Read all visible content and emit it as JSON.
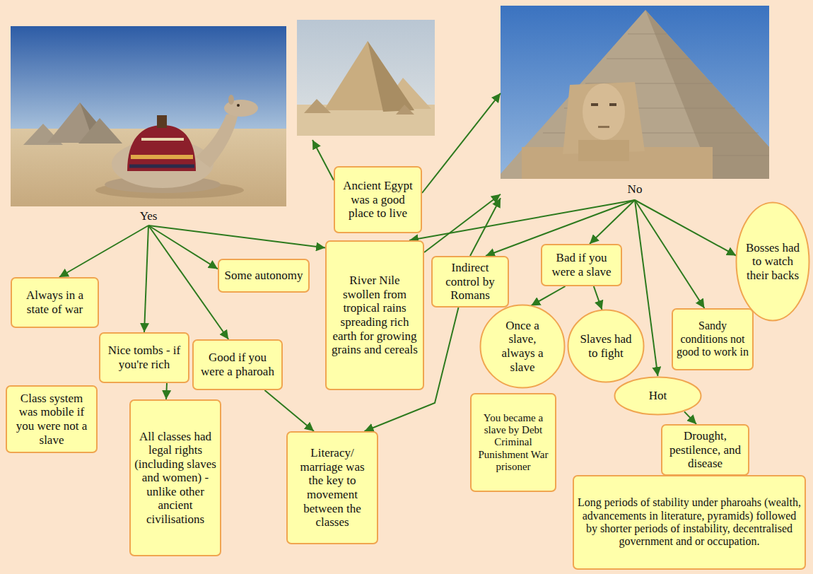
{
  "diagram": {
    "nodes": [
      {
        "text": [
          "Yes"
        ]
      },
      {
        "text": [
          "Ancient Egypt was a good place to live"
        ]
      },
      {
        "text": [
          "No"
        ]
      },
      {
        "text": [
          "Always in a state of war"
        ]
      },
      {
        "text": [
          "Some autonomy"
        ]
      },
      {
        "text": [
          "River Nile swollen from tropical rains spreading rich earth for growing grains and cereals"
        ]
      },
      {
        "text": [
          "Indirect control by Romans"
        ]
      },
      {
        "text": [
          "Bad if you were a slave"
        ]
      },
      {
        "text": [
          "Bosses had to watch their backs"
        ]
      },
      {
        "text": [
          "Nice tombs - if you're rich"
        ]
      },
      {
        "text": [
          "Good if you were a pharoah"
        ]
      },
      {
        "text": [
          "Once a slave, always a slave"
        ]
      },
      {
        "text": [
          "Slaves had to fight"
        ]
      },
      {
        "text": [
          "Sandy conditions not good to work in"
        ]
      },
      {
        "text": [
          "Hot"
        ]
      },
      {
        "text": [
          "Class system was mobile if you were not a slave"
        ]
      },
      {
        "text": [
          "All classes had legal rights (including slaves and women) - unlike other ancient civilisations"
        ]
      },
      {
        "text": [
          "Literacy/ marriage was the key to movement between the classes"
        ]
      },
      {
        "text": [
          "You became a slave by Debt Criminal Punishment War prisoner"
        ]
      },
      {
        "text": [
          "Drought, pestilence, and disease"
        ]
      },
      {
        "text": [
          "Long periods of stability under pharoahs (wealth, advancements in literature, pyramids) followed by shorter periods of instability, decentralised government and or occupation."
        ]
      }
    ],
    "edges": [
      {
        "from": 1,
        "to": 2,
        "arrow": "to"
      },
      {
        "from": 0,
        "to": 3,
        "arrow": "to"
      },
      {
        "from": 0,
        "to": 4,
        "arrow": "to"
      },
      {
        "from": 0,
        "to": 5,
        "arrow": "to"
      },
      {
        "from": 0,
        "to": 9,
        "arrow": "to"
      },
      {
        "from": 0,
        "to": 10,
        "arrow": "to"
      },
      {
        "from": 2,
        "to": 5,
        "arrow": "to"
      },
      {
        "from": 5,
        "to": 2,
        "arrow": "to"
      },
      {
        "from": 2,
        "to": 6,
        "arrow": "to"
      },
      {
        "from": 6,
        "to": 2,
        "arrow": "to"
      },
      {
        "from": 2,
        "to": 7,
        "arrow": "to"
      },
      {
        "from": 2,
        "to": 8,
        "arrow": "to"
      },
      {
        "from": 2,
        "to": 13,
        "arrow": "to"
      },
      {
        "from": 2,
        "to": 14,
        "arrow": "to"
      },
      {
        "from": 7,
        "to": 11,
        "arrow": "to"
      },
      {
        "from": 7,
        "to": 12,
        "arrow": "to"
      },
      {
        "from": 9,
        "to": 16,
        "arrow": "to"
      },
      {
        "from": 10,
        "to": 17,
        "arrow": "to"
      },
      {
        "from": 6,
        "to": 17,
        "arrow": "to"
      },
      {
        "from": 14,
        "to": 19,
        "arrow": "to"
      }
    ]
  }
}
